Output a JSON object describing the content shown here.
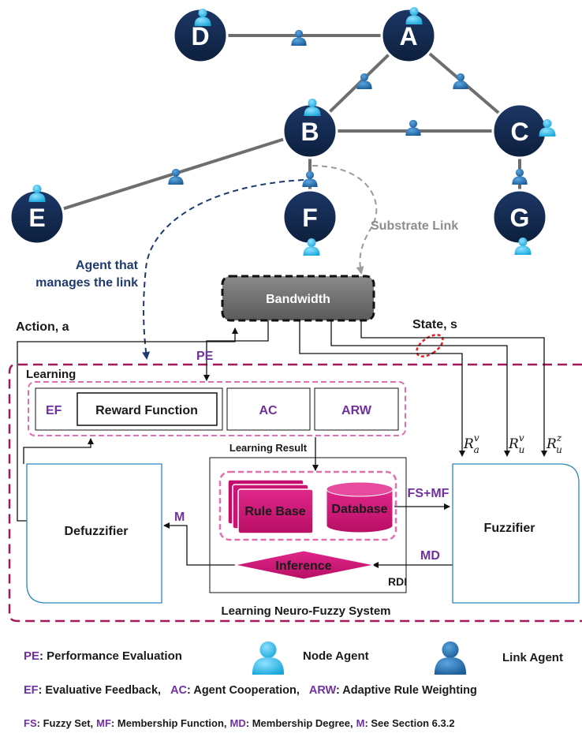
{
  "nodes": [
    {
      "id": "A",
      "label": "A"
    },
    {
      "id": "B",
      "label": "B"
    },
    {
      "id": "C",
      "label": "C"
    },
    {
      "id": "D",
      "label": "D"
    },
    {
      "id": "E",
      "label": "E"
    },
    {
      "id": "F",
      "label": "F"
    },
    {
      "id": "G",
      "label": "G"
    }
  ],
  "labels": {
    "substrate_link": "Substrate Link",
    "agent_manages": "Agent that",
    "agent_manages_2": "manages the link",
    "bandwidth": "Bandwidth",
    "action": "Action, a",
    "state": "State, s",
    "pe": "PE",
    "learning": "Learning",
    "ef": "EF",
    "reward_function": "Reward Function",
    "ac": "AC",
    "arw": "ARW",
    "learning_result": "Learning Result",
    "rule_base": "Rule Base",
    "database": "Database",
    "fs_mf": "FS+MF",
    "md": "MD",
    "m": "M",
    "rdi": "RDI",
    "inference": "Inference",
    "defuzzifier": "Defuzzifier",
    "fuzzifier": "Fuzzifier",
    "system_title": "Learning Neuro-Fuzzy System",
    "r1": "R",
    "r1_sup": "v",
    "r1_sub": "a",
    "r2": "R",
    "r2_sup": "v",
    "r2_sub": "u",
    "r3": "R",
    "r3_sup": "z",
    "r3_sub": "u"
  },
  "legend": {
    "pe_abbr": "PE",
    "pe_text": ": Performance Evaluation",
    "node_agent": "Node Agent",
    "link_agent": "Link Agent",
    "ef_abbr": "EF",
    "ef_text": ": Evaluative Feedback,",
    "ac_abbr": "AC",
    "ac_text": ": Agent Cooperation,",
    "arw_abbr": "ARW",
    "arw_text": ": Adaptive Rule Weighting",
    "fs_abbr": "FS",
    "fs_text": ": Fuzzy Set,",
    "mf_abbr": "MF",
    "mf_text": ": Membership Function,",
    "md_abbr": "MD",
    "md_text": ": Membership Degree,",
    "m_abbr": "M",
    "m_text": ": See Section 6.3.2"
  },
  "colors": {
    "node_fill": "#12284c",
    "edge": "#6e6e6e",
    "node_agent": "#3cc4f0",
    "link_agent": "#2a7fbf",
    "magenta": "#d6187a",
    "dashed_magenta": "#a3195b",
    "accent_purple": "#7030a0",
    "bandwidth_fill": "#6f6f6f"
  }
}
